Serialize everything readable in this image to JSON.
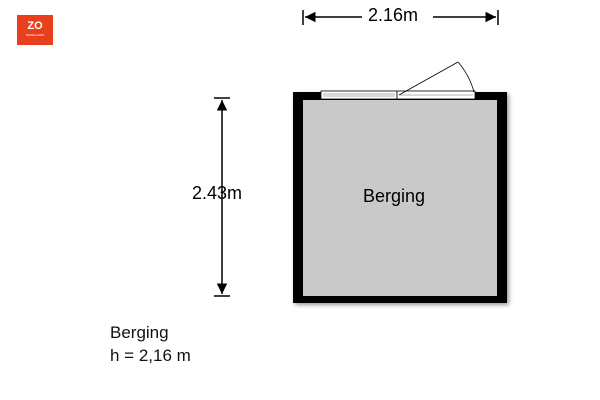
{
  "logo": {
    "text": "ZO",
    "subtext": "MAKELAARS",
    "color": "#e8401c"
  },
  "dimensions": {
    "width": "2.16m",
    "depth": "2.43m"
  },
  "room": {
    "label": "Berging"
  },
  "caption": {
    "name": "Berging",
    "height": "h = 2,16 m"
  }
}
